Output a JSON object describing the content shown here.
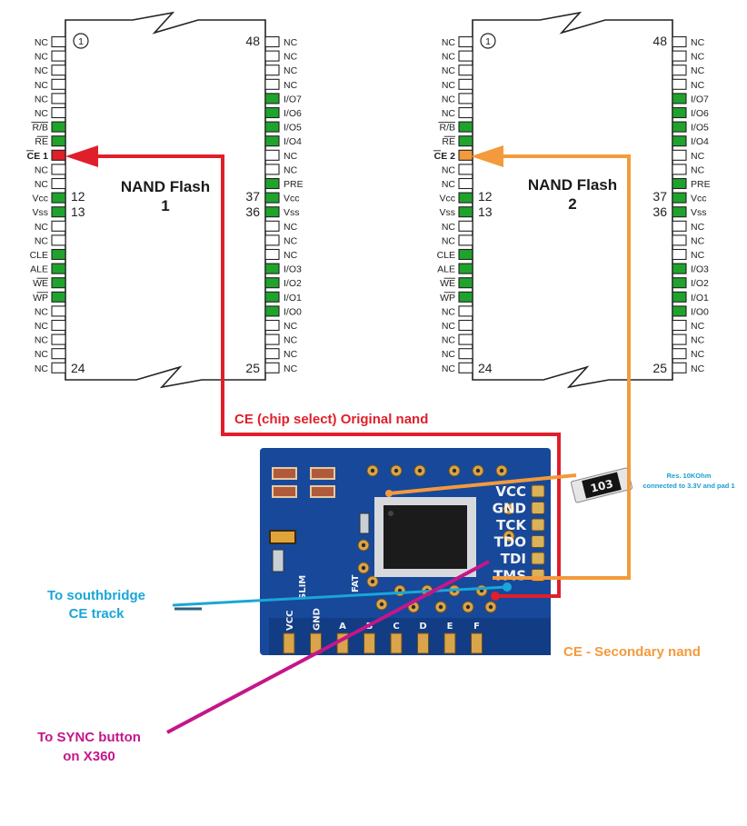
{
  "nand_chips": [
    {
      "title_line1": "NAND Flash",
      "title_line2": "1",
      "pin1_marker": "1",
      "left_pins": [
        "NC",
        "NC",
        "NC",
        "NC",
        "NC",
        "NC",
        "R/B",
        "RE",
        "CE 1",
        "NC",
        "NC",
        "Vcc",
        "Vss",
        "NC",
        "NC",
        "CLE",
        "ALE",
        "WE",
        "WP",
        "NC",
        "NC",
        "NC",
        "NC",
        "NC"
      ],
      "right_pins": [
        "NC",
        "NC",
        "NC",
        "NC",
        "I/O7",
        "I/O6",
        "I/O5",
        "I/O4",
        "NC",
        "NC",
        "PRE",
        "Vcc",
        "Vss",
        "NC",
        "NC",
        "NC",
        "I/O3",
        "I/O2",
        "I/O1",
        "I/O0",
        "NC",
        "NC",
        "NC",
        "NC"
      ],
      "num_top_right": "48",
      "num_bottom_left": "24",
      "num_bottom_right": "25",
      "num_vcc_left": "12",
      "num_vss_left": "13",
      "num_vcc_right": "37",
      "num_vss_right": "36",
      "ce_color": "#e01f2a"
    },
    {
      "title_line1": "NAND Flash",
      "title_line2": "2",
      "pin1_marker": "1",
      "left_pins": [
        "NC",
        "NC",
        "NC",
        "NC",
        "NC",
        "NC",
        "R/B",
        "RE",
        "CE 2",
        "NC",
        "NC",
        "Vcc",
        "Vss",
        "NC",
        "NC",
        "CLE",
        "ALE",
        "WE",
        "WP",
        "NC",
        "NC",
        "NC",
        "NC",
        "NC"
      ],
      "right_pins": [
        "NC",
        "NC",
        "NC",
        "NC",
        "I/O7",
        "I/O6",
        "I/O5",
        "I/O4",
        "NC",
        "NC",
        "PRE",
        "Vcc",
        "Vss",
        "NC",
        "NC",
        "NC",
        "I/O3",
        "I/O2",
        "I/O1",
        "I/O0",
        "NC",
        "NC",
        "NC",
        "NC"
      ],
      "num_top_right": "48",
      "num_bottom_left": "24",
      "num_bottom_right": "25",
      "num_vcc_left": "12",
      "num_vss_left": "13",
      "num_vcc_right": "37",
      "num_vss_right": "36",
      "ce_color": "#f39a3c"
    }
  ],
  "pcb": {
    "right_pads": [
      "VCC",
      "GND",
      "TCK",
      "TDO",
      "TDI",
      "TMS"
    ],
    "bottom_pads": [
      "VCC",
      "GND",
      "A",
      "B",
      "C",
      "D",
      "E",
      "F"
    ],
    "left_labels": [
      "SLIM",
      "FAT"
    ],
    "resistor_marking": "103"
  },
  "annotations": {
    "ce_original": "CE (chip select) Original nand",
    "ce_secondary": "CE - Secondary nand",
    "resistor_note_line1": "Res. 10KOhm",
    "resistor_note_line2": "connected to 3.3V and pad 1",
    "southbridge_line1": "To southbridge",
    "southbridge_line2": "CE track",
    "sync_line1": "To SYNC button",
    "sync_line2": "on X360"
  },
  "colors": {
    "green_pin": "#1fa32c",
    "ce1_red": "#e01f2a",
    "ce2_orange": "#f39a3c",
    "southbridge_blue": "#1aa6d8",
    "sync_magenta": "#c4168a",
    "pcb_blue": "#17489a"
  }
}
